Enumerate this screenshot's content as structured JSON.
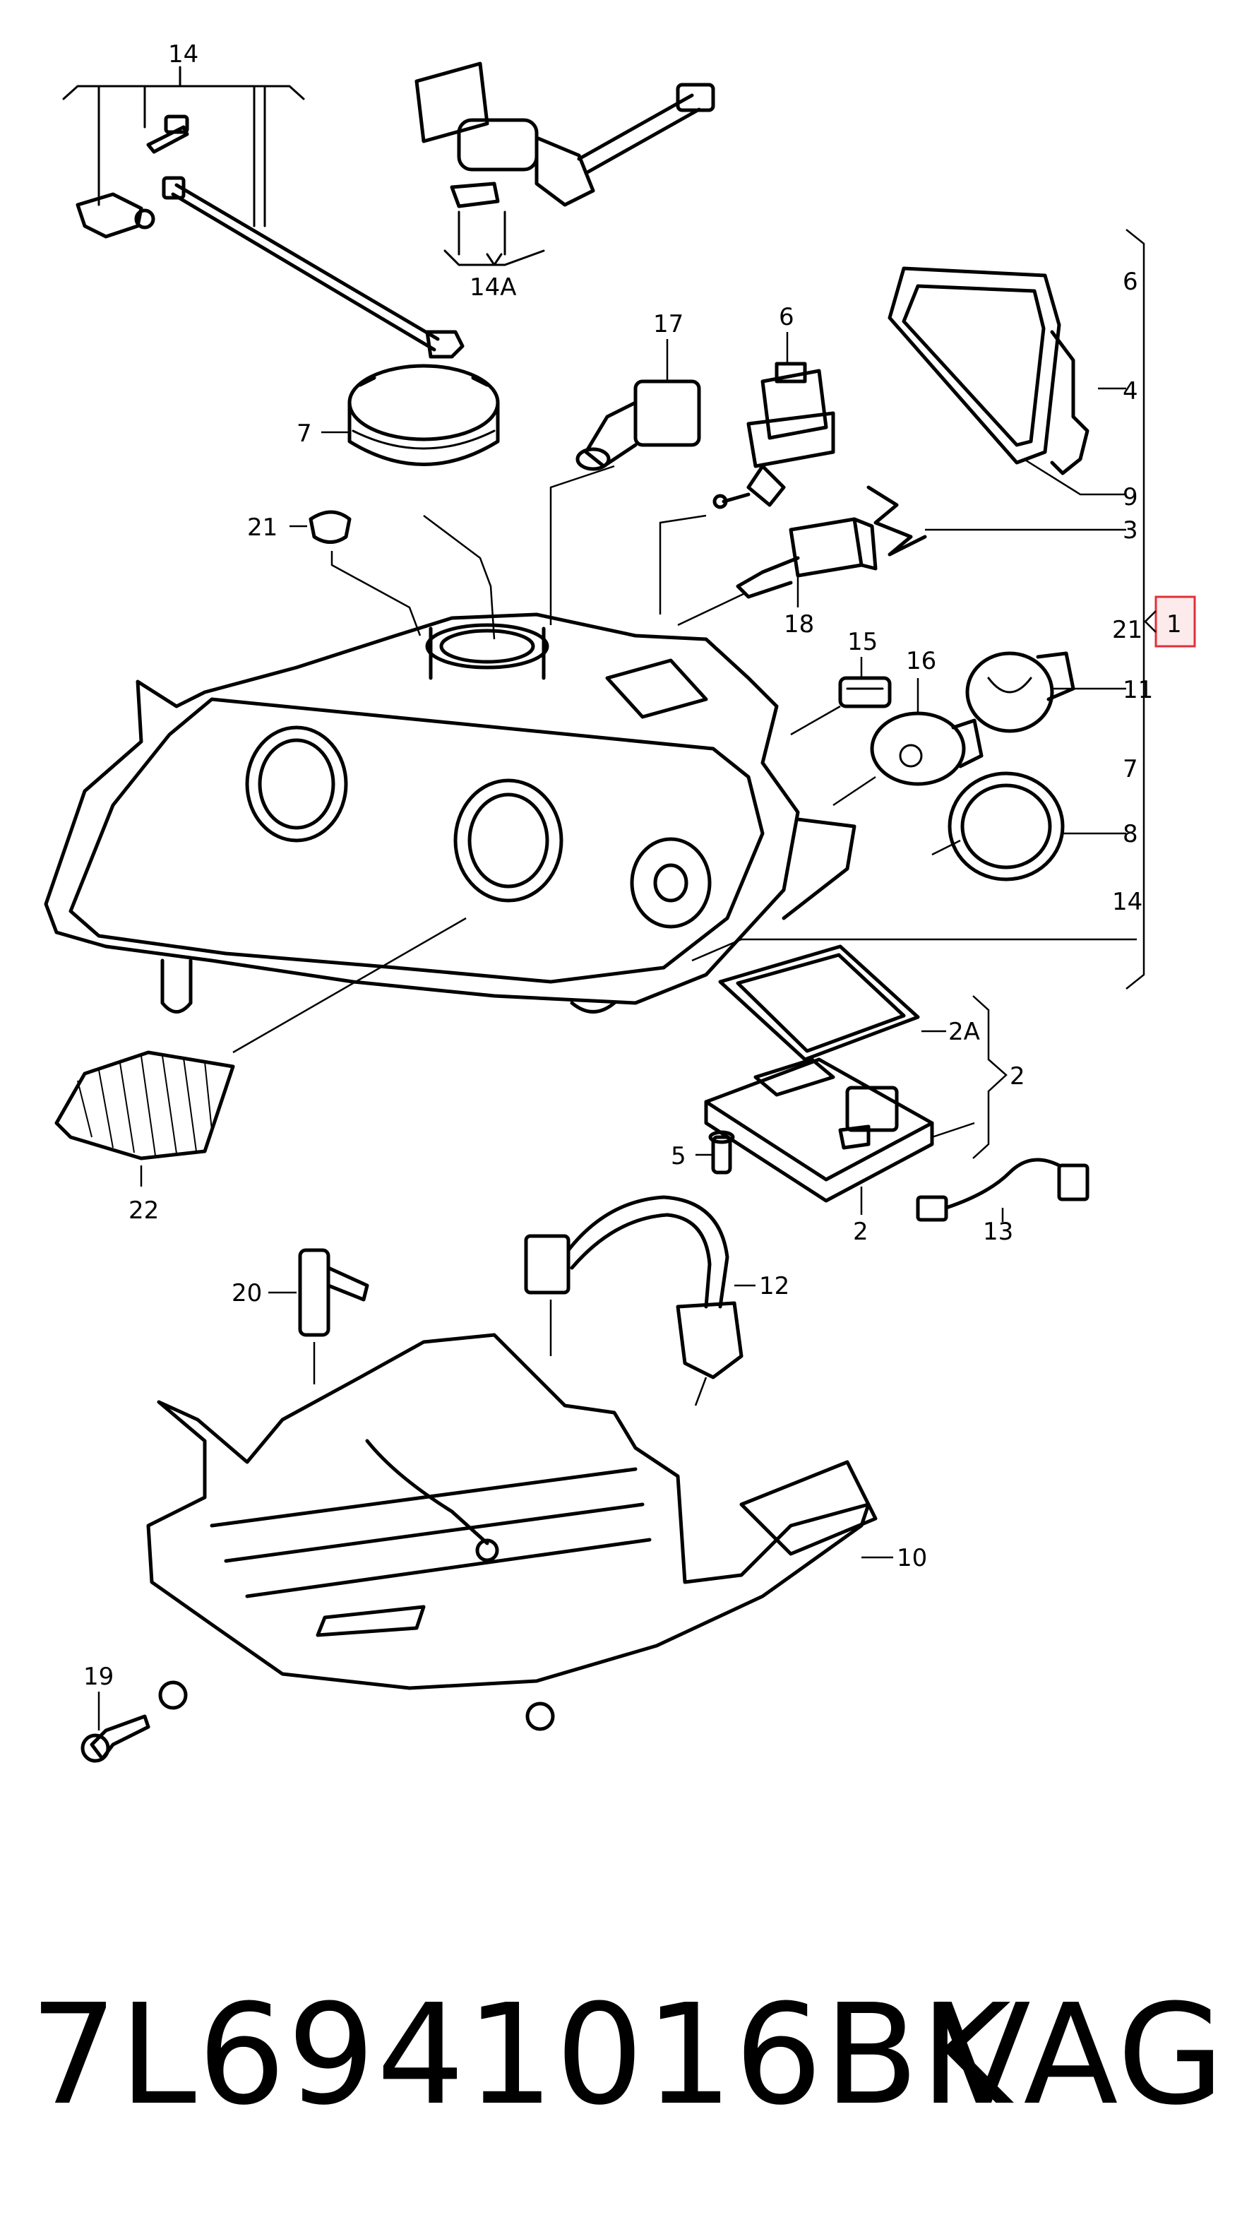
{
  "diagram": {
    "callouts": {
      "c14_top": "14",
      "c14a": "14A",
      "c17": "17",
      "c6_bulb": "6",
      "c7_cap": "7",
      "c21_plug": "21",
      "c18": "18",
      "c15": "15",
      "c16": "16",
      "c22": "22",
      "c6_right": "6",
      "c4": "4",
      "c9": "9",
      "c3": "3",
      "c21_right": "21",
      "c1": "1",
      "c11": "11",
      "c7_right": "7",
      "c8": "8",
      "c14_right": "14",
      "c2a": "2A",
      "c2_bracket": "2",
      "c5": "5",
      "c2_module": "2",
      "c13": "13",
      "c12": "12",
      "c20": "20",
      "c10": "10",
      "c19": "19"
    },
    "highlight_color": "#e0303a"
  },
  "footer": {
    "part_number": "7L6941016BK",
    "brand": "VAG"
  }
}
